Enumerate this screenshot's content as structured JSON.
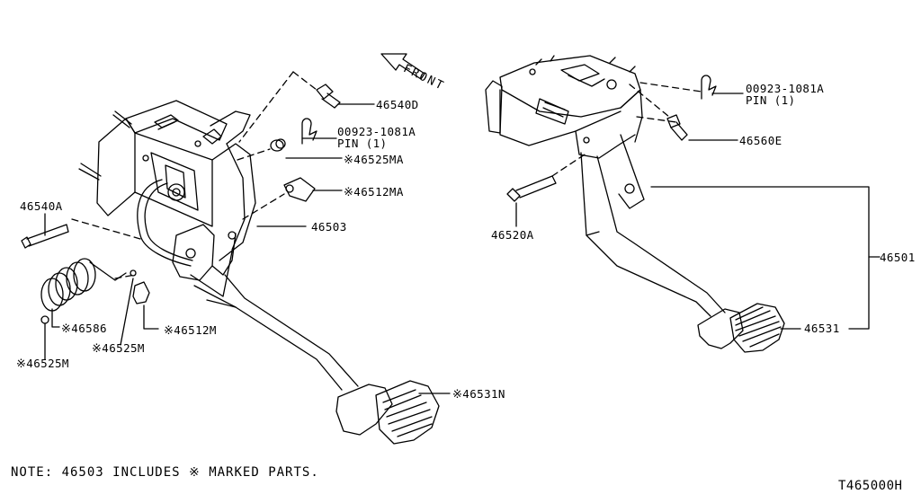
{
  "direction_label": "FRONT",
  "diagram_code": "T465000H",
  "note": {
    "prefix": "NOTE: 46503 INCLUDES",
    "mark": "※",
    "suffix": "MARKED PARTS."
  },
  "labels": {
    "part_46540d": {
      "mark": "",
      "text": "46540D"
    },
    "pin_left": {
      "mark": "",
      "text": "00923-1081A\nPIN (1)"
    },
    "part_46525ma": {
      "mark": "※",
      "text": "46525MA"
    },
    "part_46512ma": {
      "mark": "※",
      "text": "46512MA"
    },
    "part_46503": {
      "mark": "",
      "text": "46503"
    },
    "part_46540a": {
      "mark": "",
      "text": "46540A"
    },
    "part_46586": {
      "mark": "※",
      "text": "46586"
    },
    "part_46525m_a": {
      "mark": "※",
      "text": "46525M"
    },
    "part_46525m_b": {
      "mark": "※",
      "text": "46525M"
    },
    "part_46512m": {
      "mark": "※",
      "text": "46512M"
    },
    "part_46531n": {
      "mark": "※",
      "text": "46531N"
    },
    "pin_right": {
      "mark": "",
      "text": "00923-1081A\nPIN (1)"
    },
    "part_46560e": {
      "mark": "",
      "text": "46560E"
    },
    "part_46520a": {
      "mark": "",
      "text": "46520A"
    },
    "part_46501": {
      "mark": "",
      "text": "46501"
    },
    "part_46531": {
      "mark": "",
      "text": "46531"
    }
  }
}
